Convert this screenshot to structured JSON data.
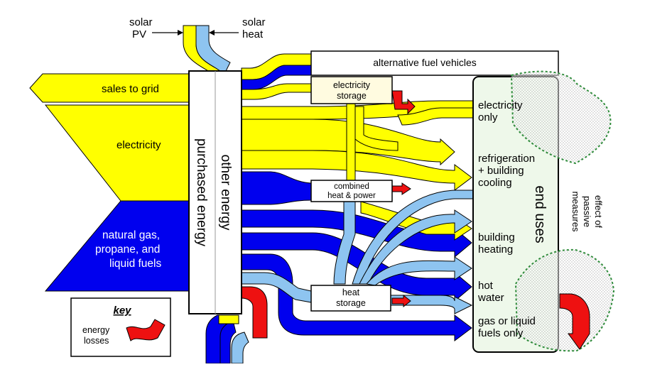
{
  "diagram": {
    "sources": {
      "solar_pv": [
        "solar",
        "PV"
      ],
      "solar_heat": [
        "solar",
        "heat"
      ],
      "sales_to_grid": "sales to grid",
      "electricity": "electricity",
      "natural_gas": [
        "natural gas,",
        "propane, and",
        "liquid fuels"
      ]
    },
    "hub": {
      "label_top": "other energy",
      "label_bottom": "purchased energy"
    },
    "storage": {
      "alt_fuel_vehicles": "alternative fuel vehicles",
      "electricity_storage": [
        "electricity",
        "storage"
      ],
      "chp": [
        "combined",
        "heat & power"
      ],
      "heat_storage": [
        "heat",
        "storage"
      ]
    },
    "end_uses": {
      "title": "end uses",
      "items": [
        [
          "electricity",
          "only"
        ],
        [
          "refrigeration",
          "+ building",
          "cooling"
        ],
        [
          "building",
          "heating"
        ],
        [
          "hot",
          "water"
        ],
        [
          "gas or liquid",
          "fuels only"
        ]
      ]
    },
    "passive": [
      "effect of",
      "passive",
      "measures"
    ],
    "key": {
      "title": "key",
      "item": [
        "energy",
        "losses"
      ]
    },
    "colors": {
      "electricity": "#ffff00",
      "fuel": "#0000ee",
      "heat": "#8ec4f0",
      "loss": "#ee1111",
      "end_uses_bg": "#eef8ea",
      "passive": "#2e8b3a"
    }
  }
}
